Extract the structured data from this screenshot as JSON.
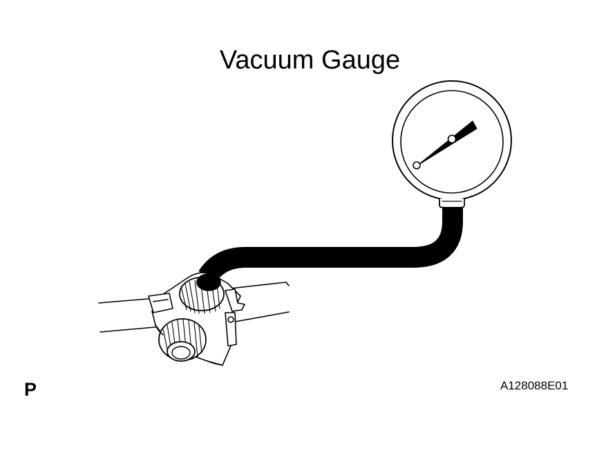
{
  "title": "Vacuum Gauge",
  "corner_letter": "P",
  "figure_id": "A128088E01",
  "colors": {
    "ink": "#000000",
    "paper": "#ffffff",
    "hose": "#000000"
  },
  "icons": [
    "vacuum-gauge-icon",
    "gauge-needle-icon",
    "hose-icon",
    "vacuum-switching-valve-icon"
  ]
}
